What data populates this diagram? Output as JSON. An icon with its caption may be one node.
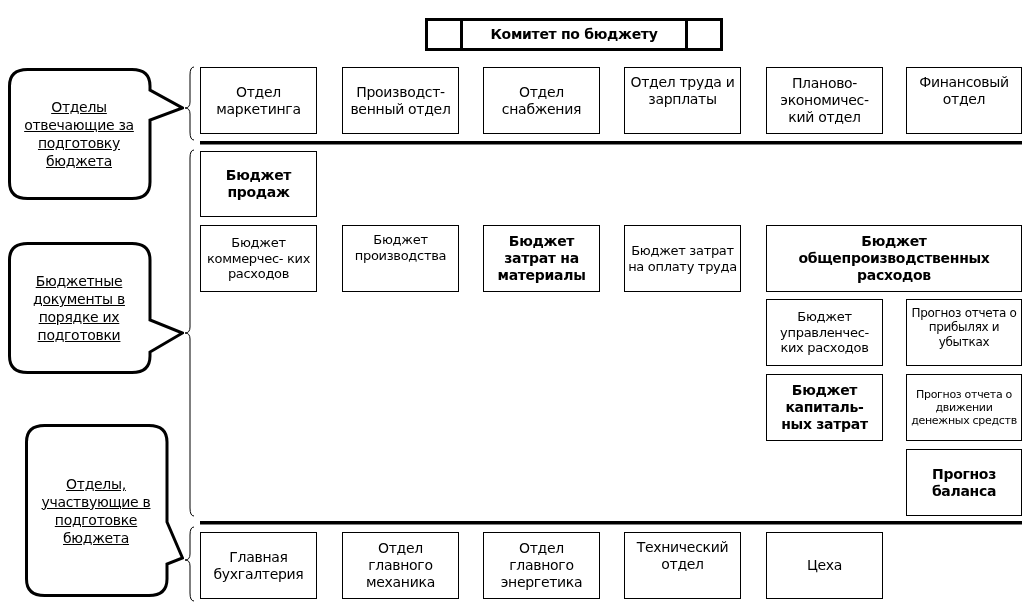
{
  "diagram": {
    "nodes": [
      {
        "text": [
          "Комитет по бюджету"
        ]
      },
      {
        "text": [
          "Отделы отвечающие за подготовку бюджета"
        ]
      },
      {
        "text": [
          "Отдел маркетинга"
        ]
      },
      {
        "text": [
          "Производст- венный отдел"
        ]
      },
      {
        "text": [
          "Отдел снабжения"
        ]
      },
      {
        "text": [
          "Отдел труда и зарплаты"
        ]
      },
      {
        "text": [
          "Планово- экономичес- кий отдел"
        ]
      },
      {
        "text": [
          "Финансовый отдел"
        ]
      },
      {
        "text": [
          "Бюджет продаж"
        ]
      },
      {
        "text": [
          "Бюджетные документы в порядке их подготовки"
        ]
      },
      {
        "text": [
          "Бюджет коммерчес- ких расходов"
        ]
      },
      {
        "text": [
          "Бюджет производства"
        ]
      },
      {
        "text": [
          "Бюджет затрат на материалы"
        ]
      },
      {
        "text": [
          "Бюджет затрат на оплату труда"
        ]
      },
      {
        "text": [
          "Бюджет общепроизводственных расходов"
        ]
      },
      {
        "text": [
          "Бюджет управленчес- ких расходов"
        ]
      },
      {
        "text": [
          "Прогноз отчета о прибылях и убытках"
        ]
      },
      {
        "text": [
          "Бюджет капиталь- ных затрат"
        ]
      },
      {
        "text": [
          "Прогноз отчета о движении денежных средств"
        ]
      },
      {
        "text": [
          "Отделы, участвующие в подготовке бюджета"
        ]
      },
      {
        "text": [
          "Прогноз баланса"
        ]
      },
      {
        "text": [
          "Главная бухгалтерия"
        ]
      },
      {
        "text": [
          "Отдел главного механика"
        ]
      },
      {
        "text": [
          "Отдел главного энергетика"
        ]
      },
      {
        "text": [
          "Технический отдел"
        ]
      },
      {
        "text": [
          "Цеха"
        ]
      }
    ]
  }
}
